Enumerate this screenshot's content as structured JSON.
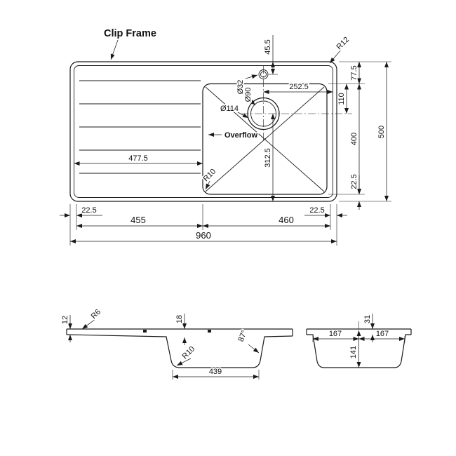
{
  "title": "Clip Frame",
  "top_view": {
    "tap_offset": "45.5",
    "corner_radius": "R12",
    "rim_top": "77.5",
    "bowl_top_to_drain": "110",
    "bowl_width": "400",
    "rim_bottom": "22.5",
    "overall_height": "500",
    "drain_to_right": "252.5",
    "tap_hole_dia": "Ø32",
    "drain_inner_dia": "Ø90",
    "drain_outer_dia": "Ø114",
    "overflow_label": "Overflow",
    "drainer_width": "477.5",
    "drain_to_bottom": "312.5",
    "bowl_corner_radius": "R10",
    "left_margin": "22.5",
    "right_margin": "22.5",
    "drainer_length": "455",
    "bowl_length": "460",
    "overall_width": "960"
  },
  "side_view": {
    "rim_thickness": "12",
    "rim_radius": "R6",
    "bowl_lip": "18",
    "wall_angle": "87°",
    "bottom_radius": "R10",
    "bowl_bottom_length": "439"
  },
  "end_view": {
    "top_dim": "31",
    "half_width_left": "167",
    "half_width_right": "167",
    "bowl_depth": "141"
  }
}
